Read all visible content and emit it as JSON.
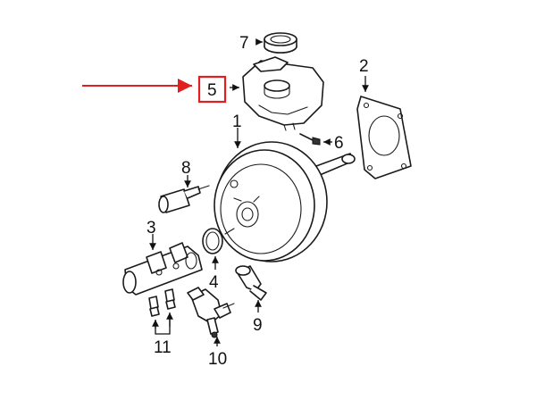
{
  "callouts": {
    "booster": "1",
    "gasket": "2",
    "master_cylinder": "3",
    "seal": "4",
    "reservoir": "5",
    "stud": "6",
    "cap": "7",
    "sensor": "8",
    "elbow": "9",
    "valve": "10",
    "fittings": "11"
  },
  "colors": {
    "highlight": "#e02020",
    "line": "#1a1a1a"
  }
}
